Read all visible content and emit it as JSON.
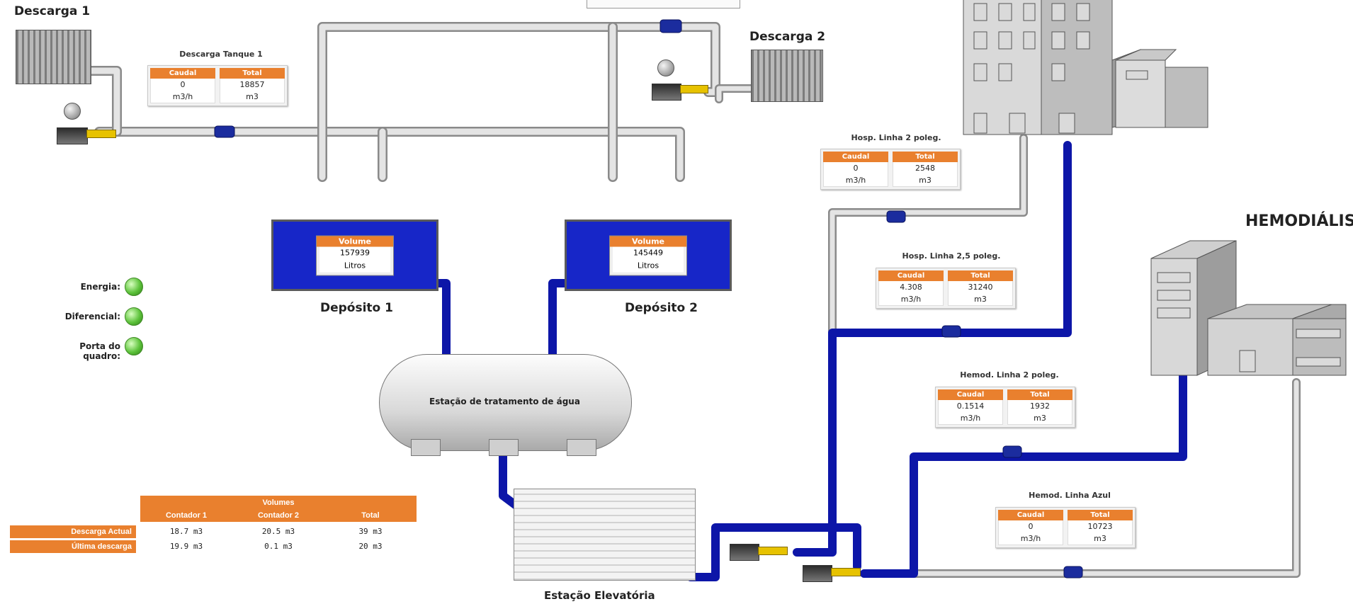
{
  "labels": {
    "descarga1": "Descarga 1",
    "descarga2": "Descarga 2",
    "deposito1": "Depósito 1",
    "deposito2": "Depósito 2",
    "estacao_tratamento": "Estação de tratamento de água",
    "estacao_elevatoria": "Estação Elevatória",
    "hemodialise": "HEMODIÁLISE"
  },
  "meters": {
    "descarga_tanque1": {
      "title": "Descarga Tanque 1",
      "h1": "Caudal",
      "h2": "Total",
      "v1": "0",
      "v2": "18857",
      "u1": "m3/h",
      "u2": "m3"
    },
    "hosp_linha2": {
      "title": "Hosp. Linha 2 poleg.",
      "h1": "Caudal",
      "h2": "Total",
      "v1": "0",
      "v2": "2548",
      "u1": "m3/h",
      "u2": "m3"
    },
    "hosp_linha25": {
      "title": "Hosp. Linha 2,5 poleg.",
      "h1": "Caudal",
      "h2": "Total",
      "v1": "4.308",
      "v2": "31240",
      "u1": "m3/h",
      "u2": "m3"
    },
    "hemod_linha2": {
      "title": "Hemod. Linha 2 poleg.",
      "h1": "Caudal",
      "h2": "Total",
      "v1": "0.1514",
      "v2": "1932",
      "u1": "m3/h",
      "u2": "m3"
    },
    "hemod_linha_azul": {
      "title": "Hemod. Linha Azul",
      "h1": "Caudal",
      "h2": "Total",
      "v1": "0",
      "v2": "10723",
      "u1": "m3/h",
      "u2": "m3"
    }
  },
  "tanks": {
    "deposito1": {
      "header": "Volume",
      "value": "157939",
      "unit": "Litros"
    },
    "deposito2": {
      "header": "Volume",
      "value": "145449",
      "unit": "Litros"
    }
  },
  "status": {
    "energia": "Energia:",
    "diferencial": "Diferencial:",
    "porta": "Porta do quadro:",
    "led_color": "#5cc23a"
  },
  "summary": {
    "title": "Volumes",
    "col1": "Contador 1",
    "col2": "Contador 2",
    "col3": "Total",
    "row1": "Descarga Actual",
    "row2": "Última descarga",
    "r1c1": "18.7  m3",
    "r1c2": "20.5  m3",
    "r1c3": "39  m3",
    "r2c1": "19.9  m3",
    "r2c2": "0.1  m3",
    "r2c3": "20  m3"
  },
  "colors": {
    "pipe_blue": "#0d16a8",
    "pipe_grey": "#d6d6d6",
    "accent": "#e9802e",
    "tank_blue": "#1726c8"
  }
}
